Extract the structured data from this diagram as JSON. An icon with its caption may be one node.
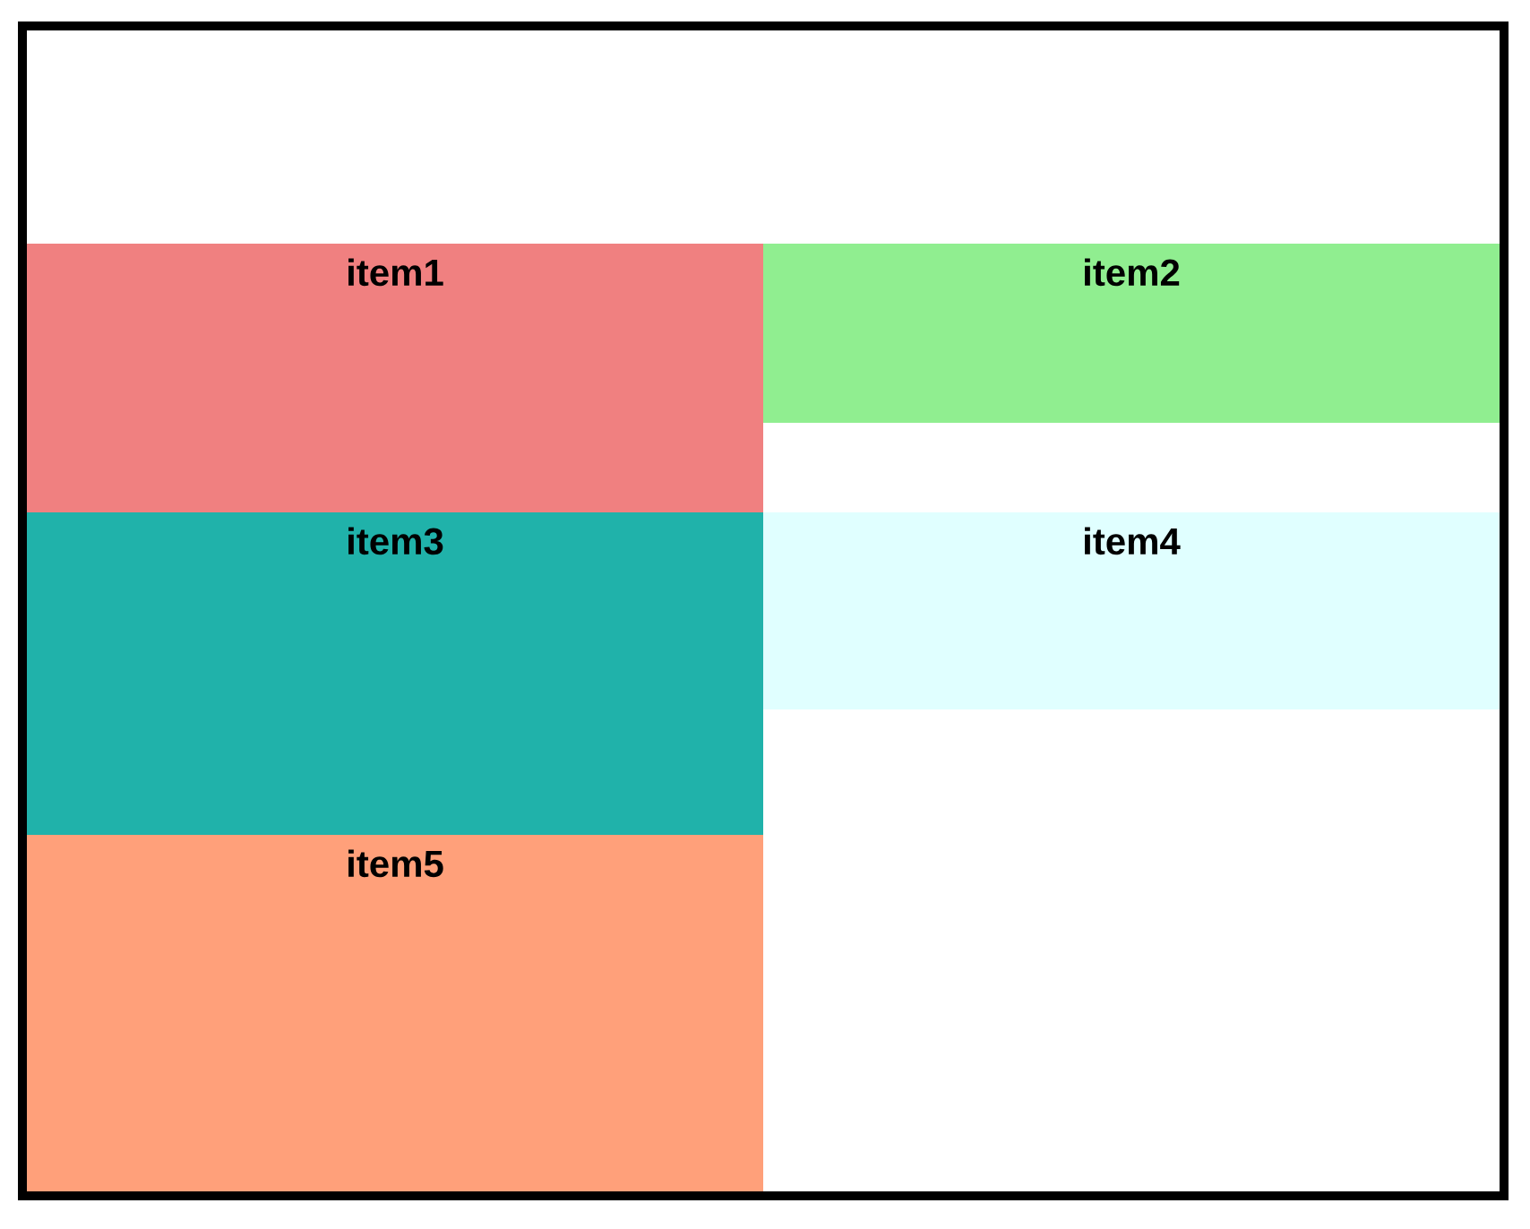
{
  "diagram": {
    "nodes": [
      {
        "text": [],
        "shape": "box"
      },
      {
        "text": [
          "item1"
        ],
        "in": 0
      },
      {
        "text": [
          "item2"
        ],
        "in": 0
      },
      {
        "text": [
          "item3"
        ],
        "in": 0
      },
      {
        "text": [
          "item4"
        ],
        "in": 0
      },
      {
        "text": [
          "item5"
        ],
        "in": 0
      }
    ]
  }
}
